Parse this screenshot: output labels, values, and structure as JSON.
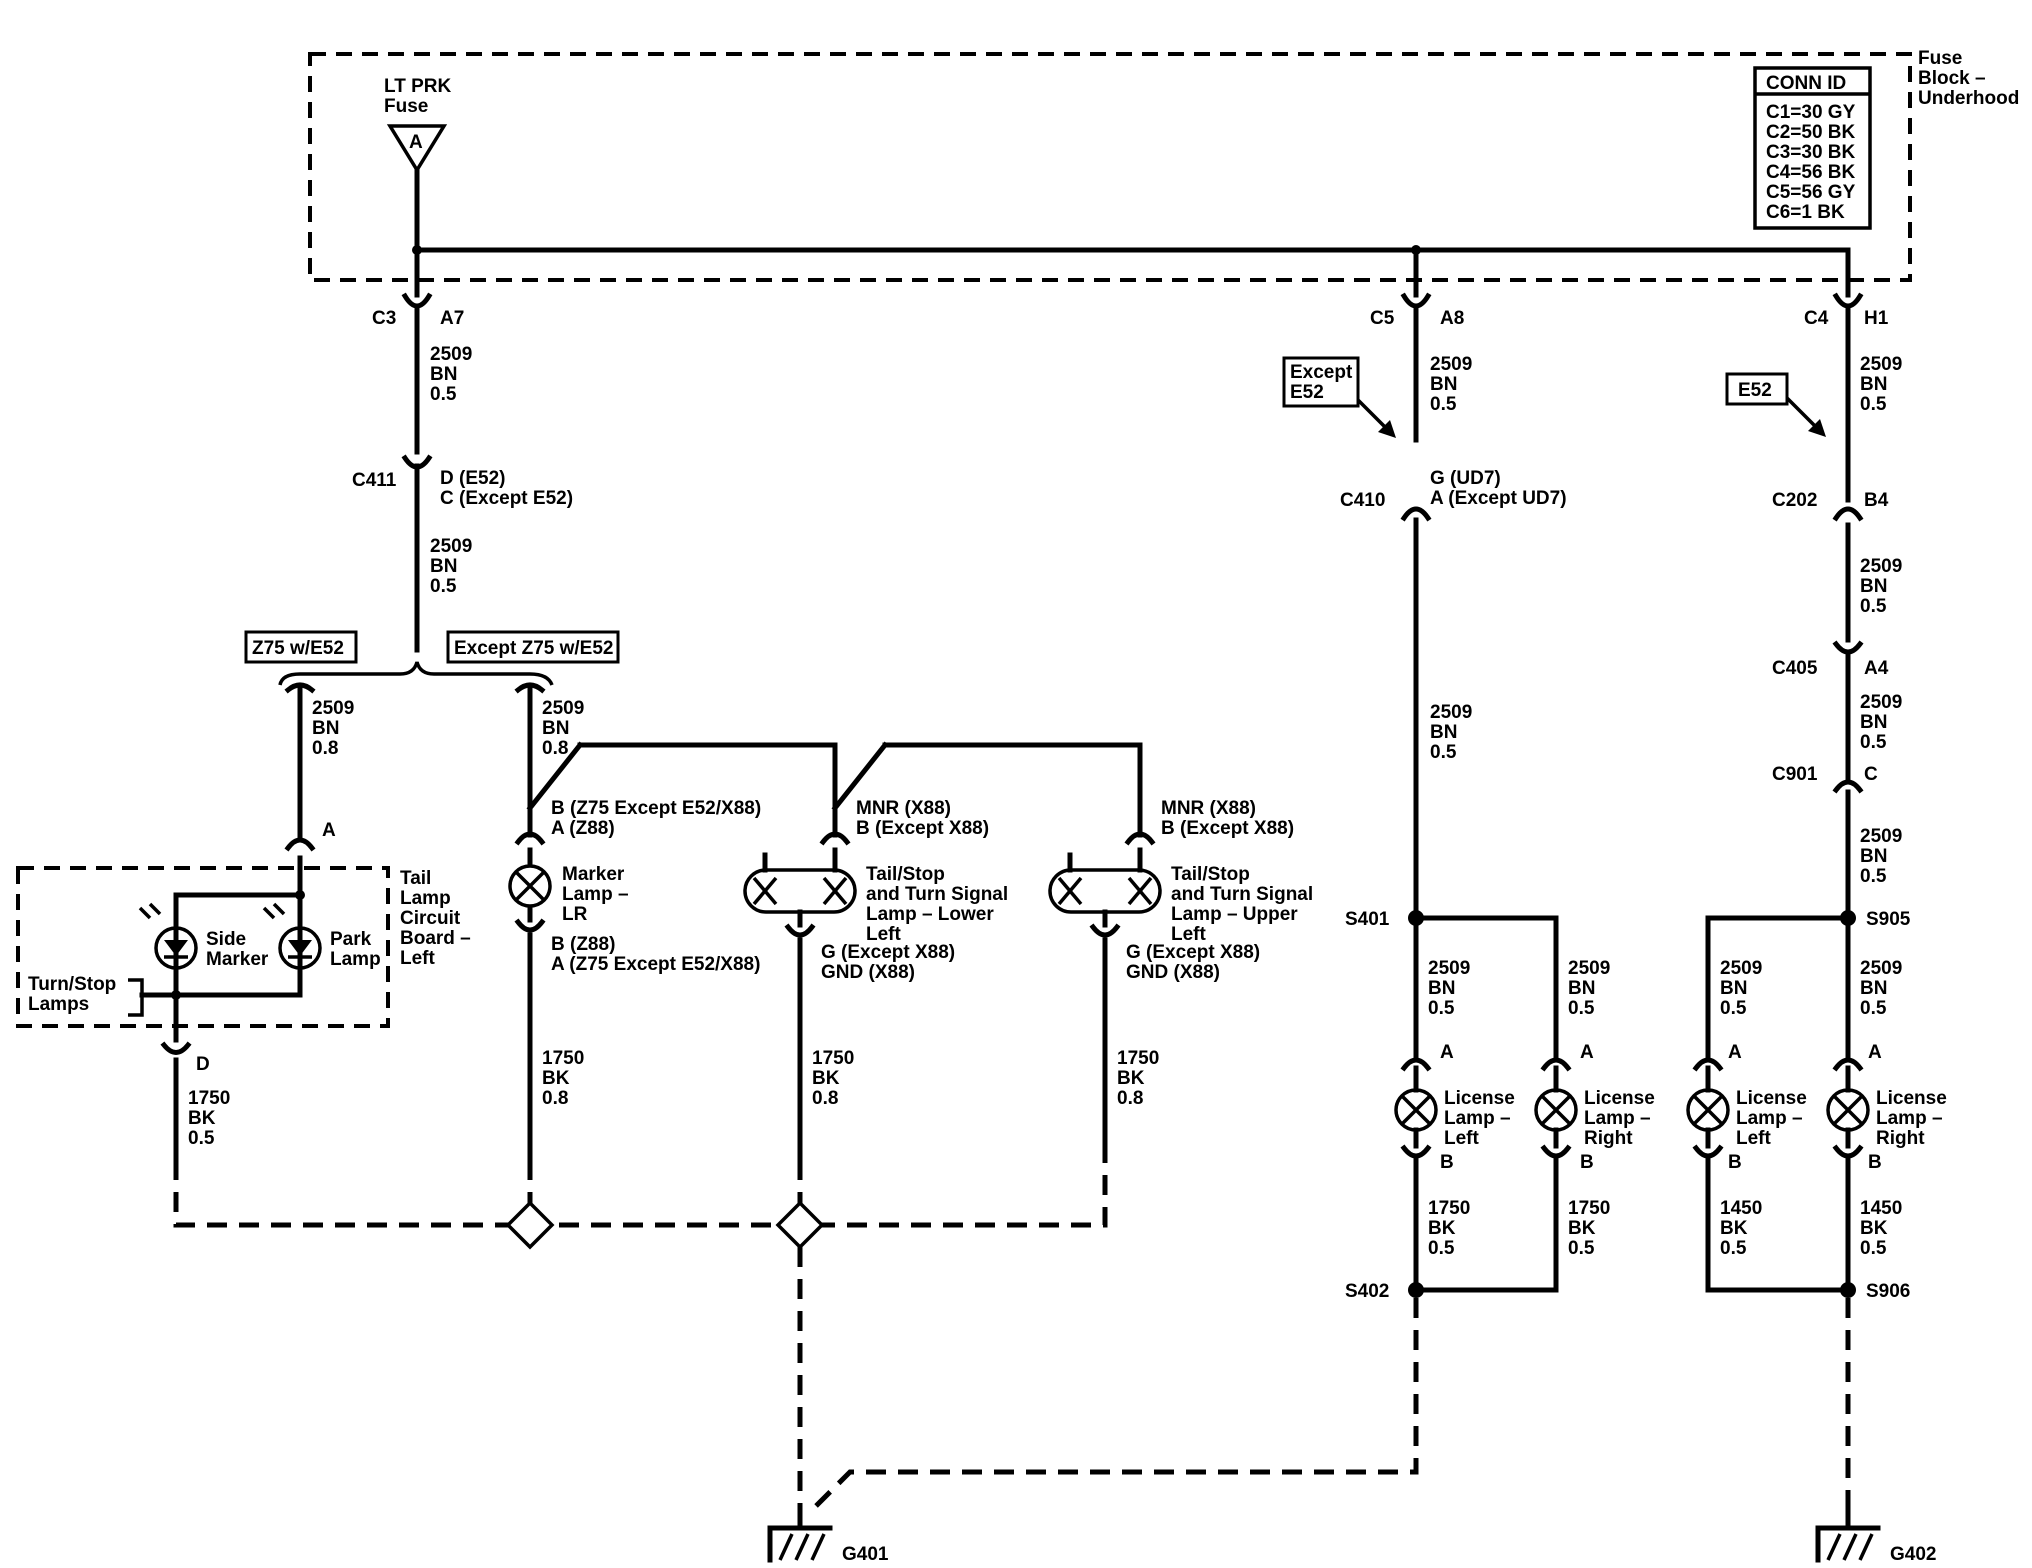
{
  "fuse_block": {
    "label": [
      "Fuse",
      "Block –",
      "Underhood"
    ],
    "fuse_name": [
      "LT PRK",
      "Fuse"
    ],
    "fuse_pin": "A",
    "conn_id": {
      "header": "CONN ID",
      "rows": [
        "C1=30 GY",
        "C2=50 BK",
        "C3=30 BK",
        "C4=56 BK",
        "C5=56 GY",
        "C6=1 BK"
      ]
    }
  },
  "left_branch": {
    "c3": "C3",
    "a7": "A7",
    "wire1": [
      "2509",
      "BN",
      "0.5"
    ],
    "c411": "C411",
    "c411_pins": [
      "D (E52)",
      "C (Except E52)"
    ],
    "wire2": [
      "2509",
      "BN",
      "0.5"
    ],
    "opt_z75": "Z75 w/E52",
    "opt_except_z75": "Except Z75 w/E52",
    "wire_z75": [
      "2509",
      "BN",
      "0.8"
    ],
    "wire_marker": [
      "2509",
      "BN",
      "0.8"
    ],
    "pin_a": "A",
    "pin_d": "D",
    "tail_board": [
      "Tail",
      "Lamp",
      "Circuit",
      "Board –",
      "Left"
    ],
    "side_marker": [
      "Side",
      "Marker"
    ],
    "park_lamp": [
      "Park",
      "Lamp"
    ],
    "turn_stop": [
      "Turn/Stop",
      "Lamps"
    ],
    "wire_ground_d": [
      "1750",
      "BK",
      "0.5"
    ],
    "marker_top_pins": [
      "B (Z75 Except E52/X88)",
      "A (Z88)"
    ],
    "marker_lamp": [
      "Marker",
      "Lamp –",
      "LR"
    ],
    "marker_bottom_pins": [
      "B (Z88)",
      "A (Z75 Except E52/X88)"
    ],
    "wire_marker_gnd": [
      "1750",
      "BK",
      "0.8"
    ],
    "lower_top_pins": [
      "MNR (X88)",
      "B (Except X88)"
    ],
    "lower_lamp": [
      "Tail/Stop",
      "and Turn Signal",
      "Lamp – Lower",
      "Left"
    ],
    "lower_bottom_pins": [
      "G (Except X88)",
      "GND (X88)"
    ],
    "wire_lower_gnd": [
      "1750",
      "BK",
      "0.8"
    ],
    "upper_top_pins": [
      "MNR (X88)",
      "B (Except X88)"
    ],
    "upper_lamp": [
      "Tail/Stop",
      "and Turn Signal",
      "Lamp – Upper",
      "Left"
    ],
    "upper_bottom_pins": [
      "G (Except X88)",
      "GND (X88)"
    ],
    "wire_upper_gnd": [
      "1750",
      "BK",
      "0.8"
    ]
  },
  "middle_branch": {
    "c5": "C5",
    "a8": "A8",
    "option": [
      "Except",
      "E52"
    ],
    "wire1": [
      "2509",
      "BN",
      "0.5"
    ],
    "c410": "C410",
    "c410_pins": [
      "G (UD7)",
      "A (Except UD7)"
    ],
    "wire2": [
      "2509",
      "BN",
      "0.5"
    ],
    "s401": "S401",
    "wire_left": [
      "2509",
      "BN",
      "0.5"
    ],
    "wire_right": [
      "2509",
      "BN",
      "0.5"
    ],
    "pin_a_left": "A",
    "pin_a_right": "A",
    "lamp_left": [
      "License",
      "Lamp –",
      "Left"
    ],
    "lamp_right": [
      "License",
      "Lamp –",
      "Right"
    ],
    "pin_b_left": "B",
    "pin_b_right": "B",
    "gnd_left": [
      "1750",
      "BK",
      "0.5"
    ],
    "gnd_right": [
      "1750",
      "BK",
      "0.5"
    ],
    "s402": "S402"
  },
  "right_branch": {
    "c4": "C4",
    "h1": "H1",
    "option": "E52",
    "wire1": [
      "2509",
      "BN",
      "0.5"
    ],
    "c202": "C202",
    "b4": "B4",
    "wire2": [
      "2509",
      "BN",
      "0.5"
    ],
    "c405": "C405",
    "a4": "A4",
    "wire3": [
      "2509",
      "BN",
      "0.5"
    ],
    "c901": "C901",
    "c": "C",
    "wire4": [
      "2509",
      "BN",
      "0.5"
    ],
    "s905": "S905",
    "wire_left": [
      "2509",
      "BN",
      "0.5"
    ],
    "wire_right": [
      "2509",
      "BN",
      "0.5"
    ],
    "pin_a_left": "A",
    "pin_a_right": "A",
    "lamp_left": [
      "License",
      "Lamp –",
      "Left"
    ],
    "lamp_right": [
      "License",
      "Lamp –",
      "Right"
    ],
    "pin_b_left": "B",
    "pin_b_right": "B",
    "gnd_left": [
      "1450",
      "BK",
      "0.5"
    ],
    "gnd_right": [
      "1450",
      "BK",
      "0.5"
    ],
    "s906": "S906"
  },
  "grounds": {
    "g401": "G401",
    "g402": "G402"
  }
}
